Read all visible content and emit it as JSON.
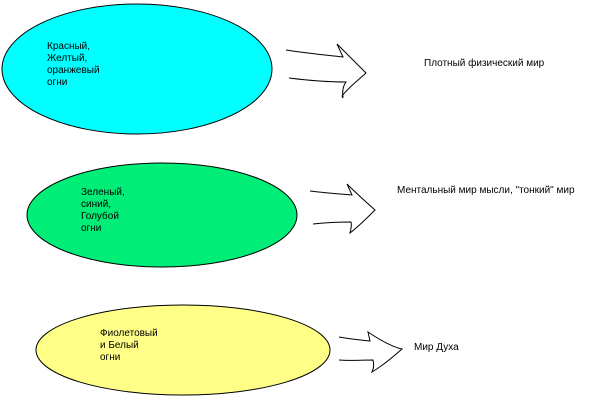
{
  "rows": [
    {
      "fill": "#00FFFF",
      "lines": [
        "Красный,",
        "Желтый,",
        "оранжевый",
        "огни"
      ],
      "result": "Плотный физический мир",
      "arrow": "hand-drawn-arrow-icon"
    },
    {
      "fill": "#00EE77",
      "lines": [
        "Зеленый,",
        "синий,",
        "Голубой",
        "огни"
      ],
      "result": "Ментальный мир мысли, \"тонкий\" мир",
      "arrow": "hand-drawn-arrow-icon"
    },
    {
      "fill": "#FFFF88",
      "lines": [
        "Фиолетовый",
        "и Белый",
        "огни"
      ],
      "result": "Мир Духа",
      "arrow": "hand-drawn-arrow-icon"
    }
  ]
}
